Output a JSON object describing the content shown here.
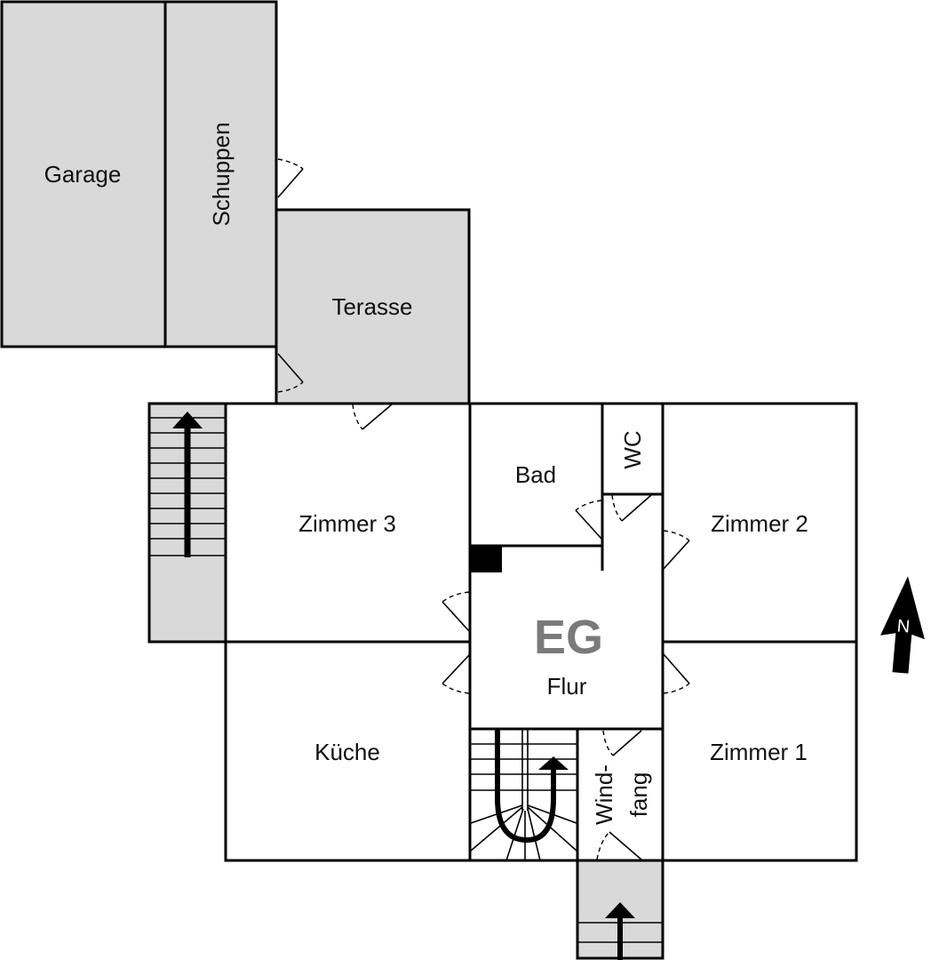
{
  "plan": {
    "floor_label": "EG",
    "colors": {
      "outdoor_fill": "#d9d9d9",
      "indoor_fill": "#ffffff",
      "wall": "#000000",
      "floor_label": "#7a7a7a"
    },
    "rooms": {
      "garage": "Garage",
      "schuppen": "Schuppen",
      "terasse": "Terasse",
      "zimmer3": "Zimmer 3",
      "bad": "Bad",
      "wc": "WC",
      "zimmer2": "Zimmer 2",
      "flur": "Flur",
      "kueche": "Küche",
      "zimmer1": "Zimmer 1",
      "windfang_1": "Wind-",
      "windfang_2": "fang"
    },
    "compass": {
      "label": "N"
    }
  }
}
